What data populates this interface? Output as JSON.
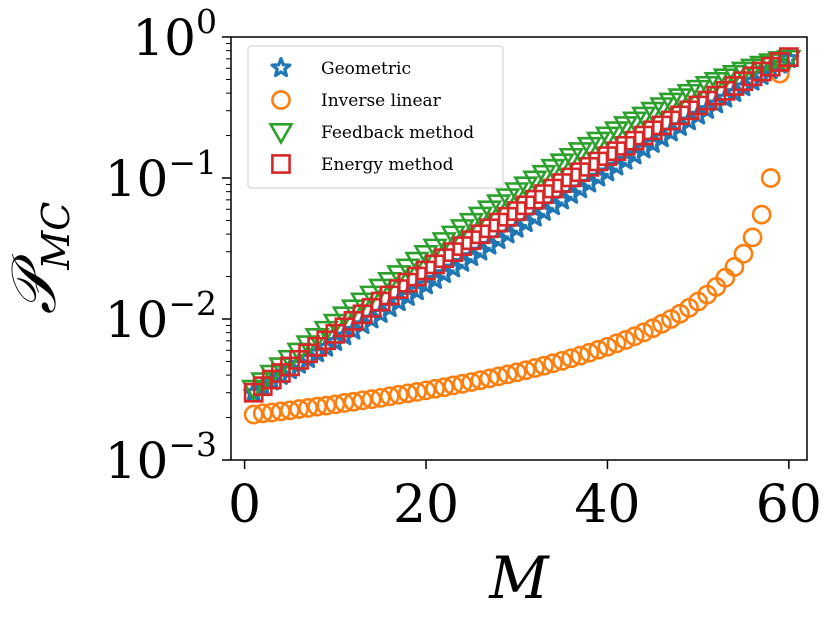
{
  "chart_data": {
    "type": "scatter",
    "xlabel": "M",
    "ylabel": "𝒫",
    "ylabel_sub": "MC",
    "xlim": [
      -1.5,
      62
    ],
    "ylim": [
      0.001,
      1.0
    ],
    "yscale": "log",
    "xticks": [
      0,
      20,
      40,
      60
    ],
    "xtick_labels": [
      "0",
      "20",
      "40",
      "60"
    ],
    "yticks": [
      0.001,
      0.01,
      0.1,
      1.0
    ],
    "ytick_labels": [
      {
        "base": "10",
        "exp": "−3"
      },
      {
        "base": "10",
        "exp": "−2"
      },
      {
        "base": "10",
        "exp": "−1"
      },
      {
        "base": "10",
        "exp": "0"
      }
    ],
    "grid": false,
    "legend_position": "top-left",
    "series": [
      {
        "name": "Geometric",
        "marker": "star",
        "color": "#1f77b4",
        "x_range": [
          1,
          60
        ],
        "y_start": 0.003,
        "y_end": 0.7,
        "shape": "geometric"
      },
      {
        "name": "Inverse linear",
        "marker": "circle",
        "color": "#ff7f0e",
        "x_range": [
          1,
          59
        ],
        "y_start": 0.0021,
        "y_end": 0.55,
        "shape": "inverse"
      },
      {
        "name": "Feedback method",
        "marker": "triangle-down",
        "color": "#2ca02c",
        "x_range": [
          1,
          60
        ],
        "y_start": 0.0032,
        "y_end": 0.7,
        "shape": "feedback"
      },
      {
        "name": "Energy method",
        "marker": "square",
        "color": "#d62728",
        "x_range": [
          1,
          60
        ],
        "y_start": 0.003,
        "y_end": 0.72,
        "shape": "energy"
      }
    ]
  }
}
